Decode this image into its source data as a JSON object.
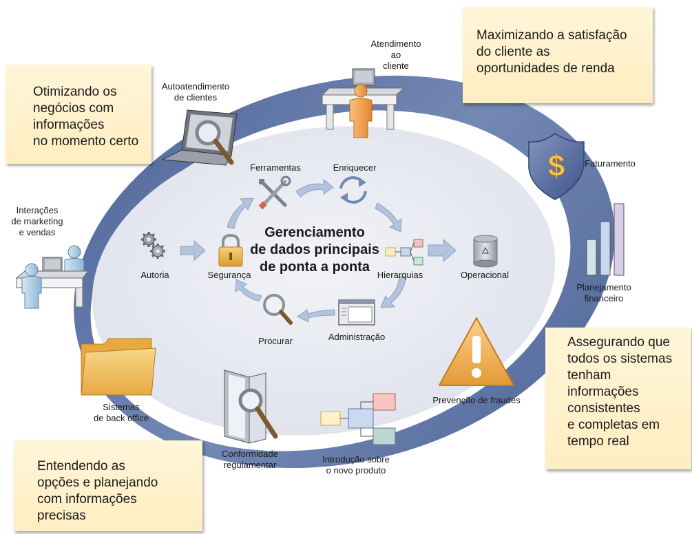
{
  "center_title": "Gerenciamento\nde dados principais\nde ponta a ponta",
  "notes": {
    "top_left": "Otimizando os\nnegócios com\ninformações\nno momento certo",
    "top_right": "Maximizando a satisfação\ndo cliente as\noportunidades de renda",
    "bottom_right": "Assegurando que\ntodos os sistemas\ntenham\ninformações\nconsistentes\ne completas em\ntempo real",
    "bottom_left": "Entendendo as\nopções e planejando\ncom informações\nprecisas"
  },
  "inner_cycle": {
    "ferramentas": "Ferramentas",
    "enriquecer": "Enriquecer",
    "autoria": "Autoria",
    "seguranca": "Segurança",
    "hierarquias": "Hierarquias",
    "operacional": "Operacional",
    "procurar": "Procurar",
    "administracao": "Administração"
  },
  "outer_ring": {
    "atendimento": "Atendimento\nao\ncliente",
    "autoatendimento": "Autoatendimento\nde clientes",
    "interacoes": "Interações\nde marketing\ne vendas",
    "faturamento": "Faturamento",
    "planejamento": "Planejamento\nfinanceiro",
    "fraudes": "Prevenção de fraudes",
    "sistemas": "Sistemas\nde back office",
    "conformidade": "Conformidade\nregulamentar",
    "introducao": "Introdução sobre\no novo produto"
  },
  "colors": {
    "note_bg": "#ffeec2",
    "ring": "#5f76a6",
    "ellipse": "#e7e9f1",
    "arrow": "#a7b8d8",
    "person": "#f2a456",
    "gold": "#f6c36b"
  },
  "icons": [
    "gears-icon",
    "lock-icon",
    "tools-icon",
    "refresh-icon",
    "hierarchy-icon",
    "database-icon",
    "magnifier-icon",
    "window-icon",
    "person-icon",
    "laptop-icon",
    "shield-dollar-icon",
    "bar-chart-icon",
    "warning-icon",
    "folder-icon",
    "binder-icon",
    "product-diagram-icon"
  ]
}
